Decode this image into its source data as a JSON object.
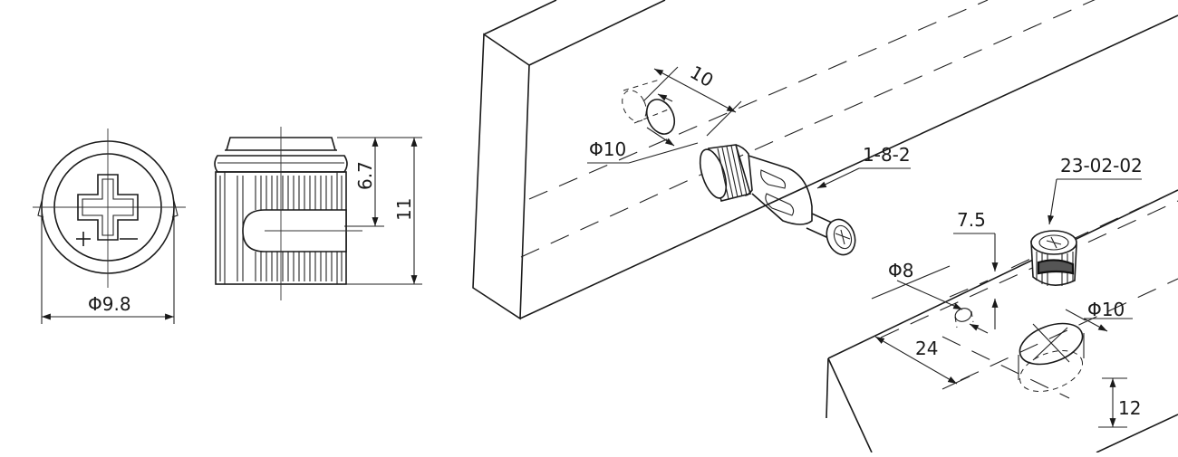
{
  "dimensions": {
    "cam_diameter": "Φ9.8",
    "cam_height_total": "11",
    "cam_slot_height": "6.7",
    "bolt_length": "10",
    "bolt_hole_diameter": "Φ10",
    "bolt_part_number": "1-8-2",
    "cam_part_number": "23-02-02",
    "offset": "7.5",
    "dowel_hole_diameter": "Φ8",
    "cam_hole_diameter": "Φ10",
    "edge_distance": "24",
    "cam_hole_depth": "12"
  }
}
